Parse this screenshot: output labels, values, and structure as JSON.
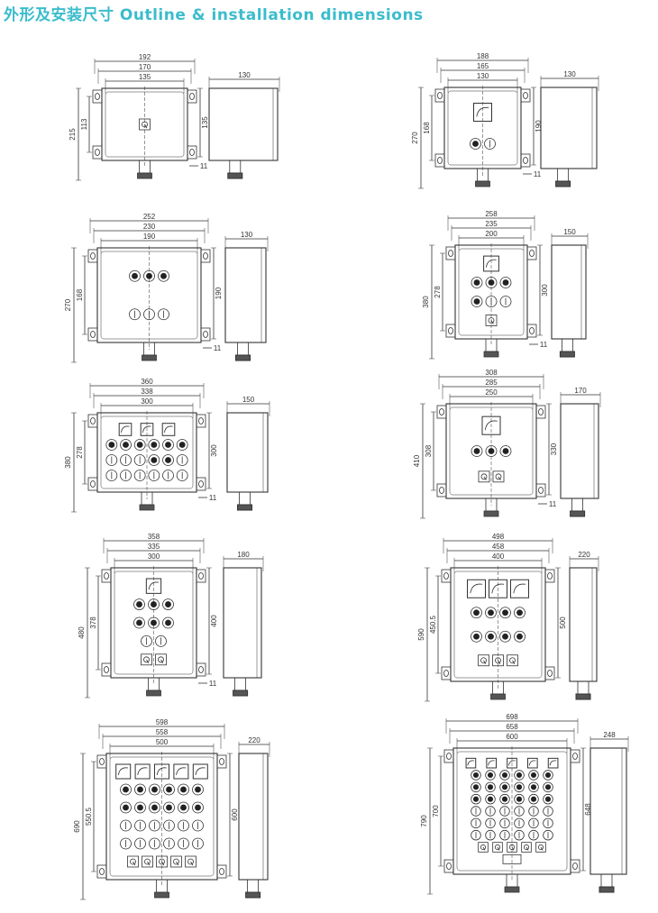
{
  "title": "外形及安装尺寸 Outline & installation dimensions",
  "drawings": [
    {
      "widths": [
        "192",
        "170",
        "135"
      ],
      "heights": [
        "215",
        "113",
        "135"
      ],
      "tab": "11",
      "depth": "130",
      "rows": [
        [
          "switch"
        ]
      ]
    },
    {
      "widths": [
        "188",
        "165",
        "130"
      ],
      "heights": [
        "270",
        "168",
        "190"
      ],
      "tab": "11",
      "depth": "130",
      "rows": [
        [
          "meter"
        ],
        [
          "button",
          "light"
        ]
      ]
    },
    {
      "widths": [
        "252",
        "230",
        "190"
      ],
      "heights": [
        "270",
        "168",
        "190"
      ],
      "tab": "11",
      "depth": "130",
      "rows": [
        [
          "button",
          "button",
          "button"
        ],
        [
          "light",
          "light",
          "light"
        ]
      ]
    },
    {
      "widths": [
        "258",
        "235",
        "200"
      ],
      "heights": [
        "380",
        "278",
        "300"
      ],
      "tab": "11",
      "depth": "150",
      "rows": [
        [
          "meter"
        ],
        [
          "button",
          "button",
          "button"
        ],
        [
          "button",
          "light",
          "light"
        ],
        [
          "switch"
        ]
      ]
    },
    {
      "widths": [
        "360",
        "338",
        "300"
      ],
      "heights": [
        "380",
        "278",
        "300"
      ],
      "tab": "11",
      "depth": "150",
      "rows": [
        [
          "meter",
          "meter",
          "meter"
        ],
        [
          "button",
          "button",
          "button",
          "button",
          "button",
          "button"
        ],
        [
          "light",
          "light",
          "light",
          "button",
          "button",
          "light"
        ],
        [
          "light",
          "light",
          "light",
          "light",
          "light",
          "light"
        ]
      ]
    },
    {
      "widths": [
        "308",
        "285",
        "250"
      ],
      "heights": [
        "410",
        "308",
        "330"
      ],
      "tab": "11",
      "depth": "170",
      "rows": [
        [
          "meter"
        ],
        [
          "button",
          "button",
          "button"
        ],
        [
          "switch",
          "switch"
        ]
      ]
    },
    {
      "widths": [
        "358",
        "335",
        "300"
      ],
      "heights": [
        "480",
        "378",
        "400"
      ],
      "tab": "11",
      "depth": "180",
      "rows": [
        [
          "meter"
        ],
        [
          "button",
          "button",
          "button"
        ],
        [
          "button",
          "button",
          "button"
        ],
        [
          "light",
          "light"
        ],
        [
          "switch",
          "switch"
        ]
      ]
    },
    {
      "widths": [
        "498",
        "458",
        "400"
      ],
      "heights": [
        "590",
        "450.5",
        "500"
      ],
      "tab": "",
      "depth": "220",
      "rows": [
        [
          "meter",
          "meter",
          "meter"
        ],
        [
          "button",
          "button",
          "button",
          "button"
        ],
        [
          "button",
          "button",
          "button",
          "button"
        ],
        [
          "switch",
          "switch",
          "switch"
        ]
      ]
    },
    {
      "widths": [
        "598",
        "558",
        "500"
      ],
      "heights": [
        "690",
        "550.5",
        "600"
      ],
      "tab": "",
      "depth": "220",
      "rows": [
        [
          "meter",
          "meter",
          "meter",
          "meter",
          "meter"
        ],
        [
          "button",
          "button",
          "button",
          "button",
          "button",
          "button"
        ],
        [
          "button",
          "button",
          "button",
          "button",
          "button",
          "button"
        ],
        [
          "light",
          "light",
          "light",
          "light",
          "light",
          "light"
        ],
        [
          "light",
          "light",
          "light",
          "light",
          "light",
          "light"
        ],
        [
          "switch",
          "switch",
          "switch",
          "switch",
          "switch"
        ]
      ]
    },
    {
      "widths": [
        "698",
        "658",
        "600"
      ],
      "heights": [
        "790",
        "700",
        "648"
      ],
      "tab": "",
      "depth": "248",
      "rows": [
        [
          "meter",
          "meter",
          "meter",
          "meter",
          "meter"
        ],
        [
          "button",
          "button",
          "button",
          "button",
          "button",
          "button"
        ],
        [
          "button",
          "button",
          "button",
          "button",
          "button",
          "button"
        ],
        [
          "button",
          "button",
          "button",
          "button",
          "button",
          "button"
        ],
        [
          "light",
          "light",
          "light",
          "light",
          "light",
          "light"
        ],
        [
          "light",
          "light",
          "light",
          "light",
          "light",
          "light"
        ],
        [
          "light",
          "light",
          "light",
          "light",
          "light",
          "light"
        ],
        [
          "switch",
          "switch",
          "switch",
          "switch",
          "switch"
        ],
        [
          "plate"
        ]
      ]
    }
  ]
}
